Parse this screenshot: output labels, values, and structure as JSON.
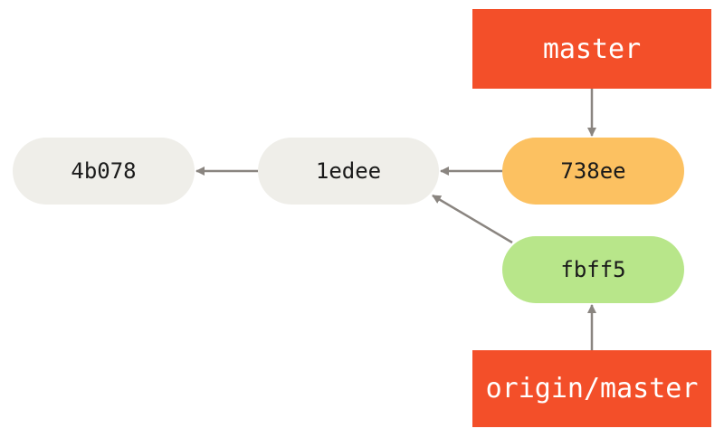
{
  "colors": {
    "branch": "#f34f29",
    "commit_default": "#efeee9",
    "commit_head": "#fcc161",
    "commit_remote": "#b8e68a",
    "arrow": "#8a8580"
  },
  "branches": {
    "master": "master",
    "origin_master": "origin/master"
  },
  "commits": {
    "c1": "4b078",
    "c2": "1edee",
    "c3": "738ee",
    "c4": "fbff5"
  },
  "edges": [
    {
      "from": "branch-master",
      "to": "commit-738ee"
    },
    {
      "from": "commit-738ee",
      "to": "commit-1edee"
    },
    {
      "from": "commit-1edee",
      "to": "commit-4b078"
    },
    {
      "from": "commit-fbff5",
      "to": "commit-1edee"
    },
    {
      "from": "branch-origin-master",
      "to": "commit-fbff5"
    }
  ]
}
